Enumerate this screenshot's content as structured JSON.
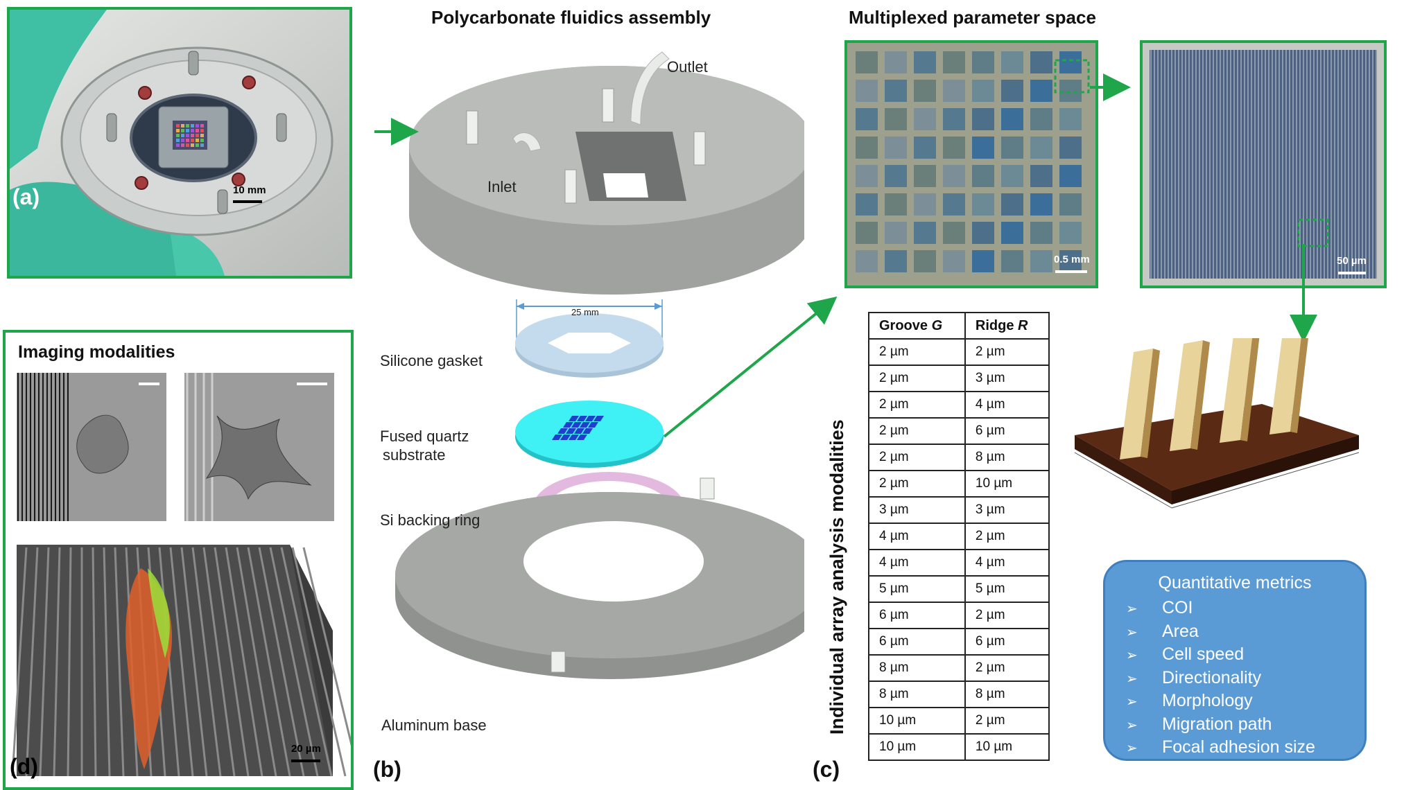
{
  "colors": {
    "panel_border": "#1fa64a",
    "arrow": "#1fa64a",
    "metrics_fill": "#5b9bd5",
    "cyan_substrate": "#33e6ec",
    "gasket": "#bcd6ea",
    "ring": "#d8aed2",
    "housing": "#9ea19d"
  },
  "panel_a": {
    "label": "(a)",
    "scale_bar": "10 mm"
  },
  "panel_b": {
    "label": "(b)",
    "title": "Polycarbonate fluidics assembly",
    "outlet": "Outlet",
    "inlet": "Inlet",
    "dimension": "25 mm",
    "parts": [
      "Silicone gasket",
      "Fused quartz",
      "substrate",
      "Si backing ring",
      "Aluminum base"
    ]
  },
  "panel_c": {
    "label": "(c)",
    "title": "Multiplexed parameter space",
    "scale_bar_array": "0.5 mm",
    "scale_bar_zoom": "50 µm",
    "vertical_title": "Individual array analysis modalities",
    "table": {
      "headers": [
        {
          "name": "Groove",
          "sym": "G"
        },
        {
          "name": "Ridge",
          "sym": "R"
        }
      ],
      "rows": [
        [
          "2 µm",
          "2 µm"
        ],
        [
          "2 µm",
          "3 µm"
        ],
        [
          "2 µm",
          "4 µm"
        ],
        [
          "2 µm",
          "6 µm"
        ],
        [
          "2 µm",
          "8 µm"
        ],
        [
          "2 µm",
          "10 µm"
        ],
        [
          "3 µm",
          "3 µm"
        ],
        [
          "4 µm",
          "2 µm"
        ],
        [
          "4 µm",
          "4 µm"
        ],
        [
          "5 µm",
          "5 µm"
        ],
        [
          "6 µm",
          "2 µm"
        ],
        [
          "6 µm",
          "6 µm"
        ],
        [
          "8 µm",
          "2 µm"
        ],
        [
          "8 µm",
          "8 µm"
        ],
        [
          "10 µm",
          "2 µm"
        ],
        [
          "10 µm",
          "10 µm"
        ]
      ]
    },
    "metrics": {
      "title": "Quantitative metrics",
      "items": [
        "COI",
        "Area",
        "Cell speed",
        "Directionality",
        "Morphology",
        "Migration path",
        "Focal adhesion size"
      ]
    }
  },
  "panel_d": {
    "label": "(d)",
    "title": "Imaging modalities",
    "scale_bar": "20 µm"
  }
}
